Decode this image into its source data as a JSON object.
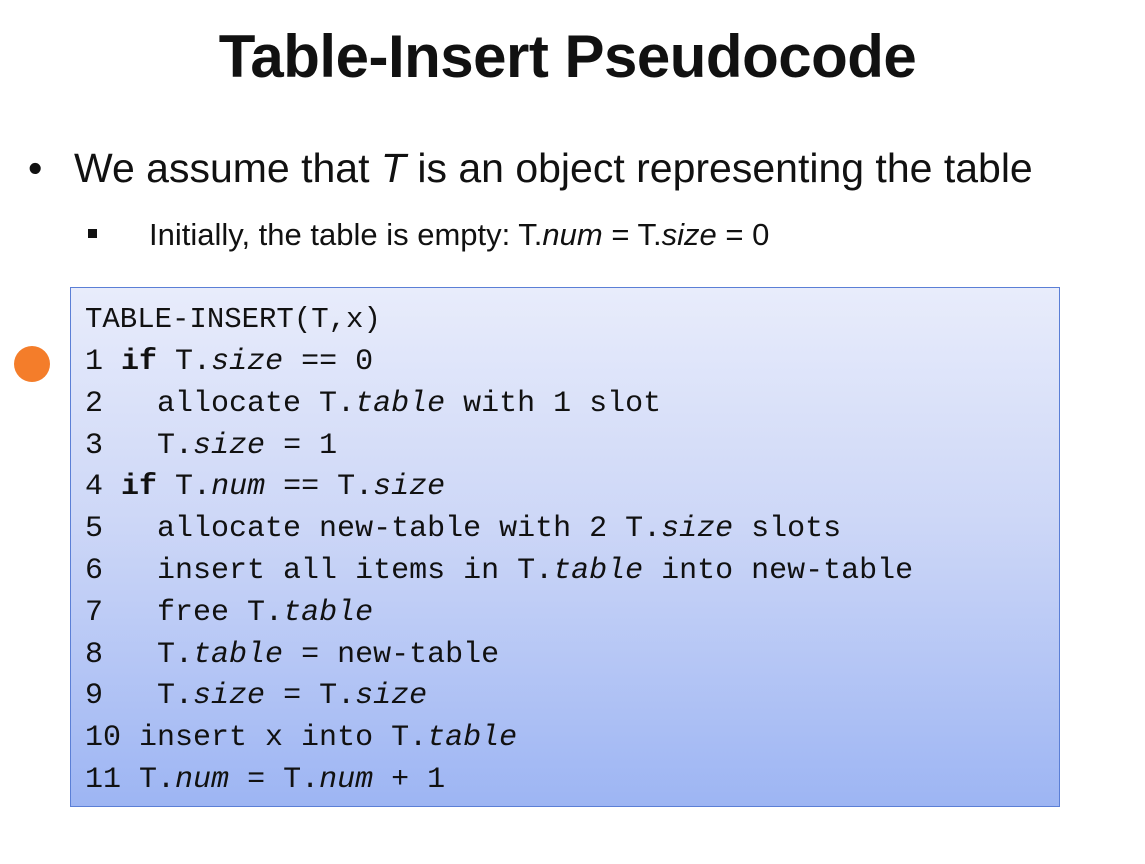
{
  "slide": {
    "title": "Table-Insert Pseudocode"
  },
  "bullets": {
    "b1_pre": "We assume that ",
    "b1_var": "T",
    "b1_post": " is an object representing the table",
    "b2_pre": "Initially, the table is empty: T.",
    "b2_num": "num",
    "b2_mid": " = T.",
    "b2_size": "size",
    "b2_post": " = 0"
  },
  "code": {
    "header": "TABLE-INSERT(T,x)",
    "lines": [
      {
        "n": "1",
        "indent": " ",
        "segs": [
          {
            "k": "kw",
            "t": "if"
          },
          {
            "t": " T."
          },
          {
            "k": "em",
            "t": "size"
          },
          {
            "t": " == 0"
          }
        ]
      },
      {
        "n": "2",
        "indent": "   ",
        "segs": [
          {
            "t": "allocate T."
          },
          {
            "k": "em",
            "t": "table"
          },
          {
            "t": " with 1 slot"
          }
        ]
      },
      {
        "n": "3",
        "indent": "   ",
        "segs": [
          {
            "t": "T."
          },
          {
            "k": "em",
            "t": "size"
          },
          {
            "t": " = 1"
          }
        ]
      },
      {
        "n": "4",
        "indent": " ",
        "segs": [
          {
            "k": "kw",
            "t": "if"
          },
          {
            "t": " T."
          },
          {
            "k": "em",
            "t": "num"
          },
          {
            "t": " == T."
          },
          {
            "k": "em",
            "t": "size"
          }
        ]
      },
      {
        "n": "5",
        "indent": "   ",
        "segs": [
          {
            "t": "allocate new-table with 2 T."
          },
          {
            "k": "em",
            "t": "size"
          },
          {
            "t": " slots"
          }
        ]
      },
      {
        "n": "6",
        "indent": "   ",
        "segs": [
          {
            "t": "insert all items in T."
          },
          {
            "k": "em",
            "t": "table"
          },
          {
            "t": " into new-table"
          }
        ]
      },
      {
        "n": "7",
        "indent": "   ",
        "segs": [
          {
            "t": "free T."
          },
          {
            "k": "em",
            "t": "table"
          }
        ]
      },
      {
        "n": "8",
        "indent": "   ",
        "segs": [
          {
            "t": "T."
          },
          {
            "k": "em",
            "t": "table"
          },
          {
            "t": " = new-table"
          }
        ]
      },
      {
        "n": "9",
        "indent": "   ",
        "segs": [
          {
            "t": "T."
          },
          {
            "k": "em",
            "t": "size"
          },
          {
            "t": " = T."
          },
          {
            "k": "em",
            "t": "size"
          }
        ]
      },
      {
        "n": "10",
        "indent": " ",
        "segs": [
          {
            "t": "insert x into T."
          },
          {
            "k": "em",
            "t": "table"
          }
        ]
      },
      {
        "n": "11",
        "indent": " ",
        "segs": [
          {
            "t": "T."
          },
          {
            "k": "em",
            "t": "num"
          },
          {
            "t": " = T."
          },
          {
            "k": "em",
            "t": "num"
          },
          {
            "t": " + 1"
          }
        ]
      }
    ]
  },
  "pointer": {
    "color": "#f47d2a"
  }
}
